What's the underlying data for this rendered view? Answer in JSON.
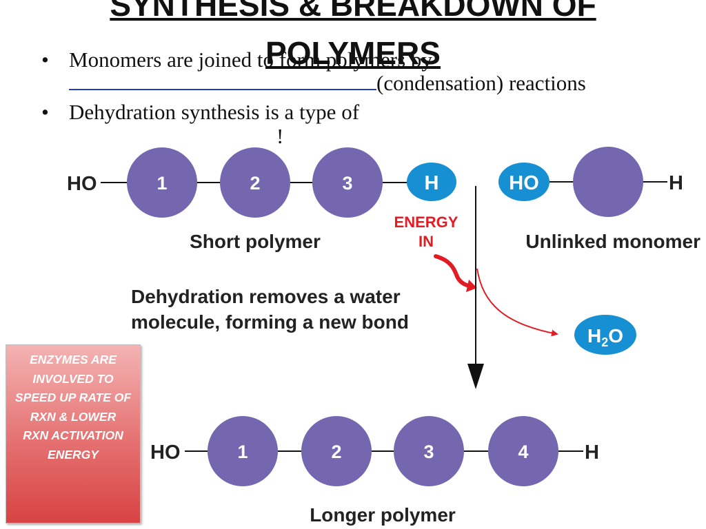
{
  "title": {
    "line1": "SYNTHESIS & BREAKDOWN OF",
    "line2": "POLYMERS"
  },
  "bullets": {
    "b1_prefix": "Monomers are joined to form polymers by",
    "b1_suffix": "(condensation) reactions",
    "b2": "Dehydration synthesis is a type of",
    "b2_mark": "!"
  },
  "diagram": {
    "short_polymer": {
      "left_end": "HO",
      "monomers": [
        "1",
        "2",
        "3"
      ],
      "right_end": "H",
      "label": "Short polymer"
    },
    "unlinked_monomer": {
      "left_end": "HO",
      "right_end": "H",
      "label": "Unlinked monomer"
    },
    "energy_label_line1": "ENERGY",
    "energy_label_line2": "IN",
    "description_line1": "Dehydration removes a water",
    "description_line2": "molecule, forming a new bond",
    "water_H": "H",
    "water_sub": "2",
    "water_O": "O",
    "longer_polymer": {
      "left_end": "HO",
      "monomers": [
        "1",
        "2",
        "3",
        "4"
      ],
      "right_end": "H",
      "label": "Longer polymer"
    },
    "colors": {
      "monomer": "#7467b0",
      "end_group": "#1690d3",
      "energy": "#e31b23",
      "arrow": "#111111"
    }
  },
  "enzyme_note": {
    "lines": [
      "ENZYMES ARE",
      "INVOLVED TO",
      "SPEED UP RATE OF",
      "RXN & LOWER",
      "RXN ACTIVATION",
      "ENERGY"
    ]
  }
}
